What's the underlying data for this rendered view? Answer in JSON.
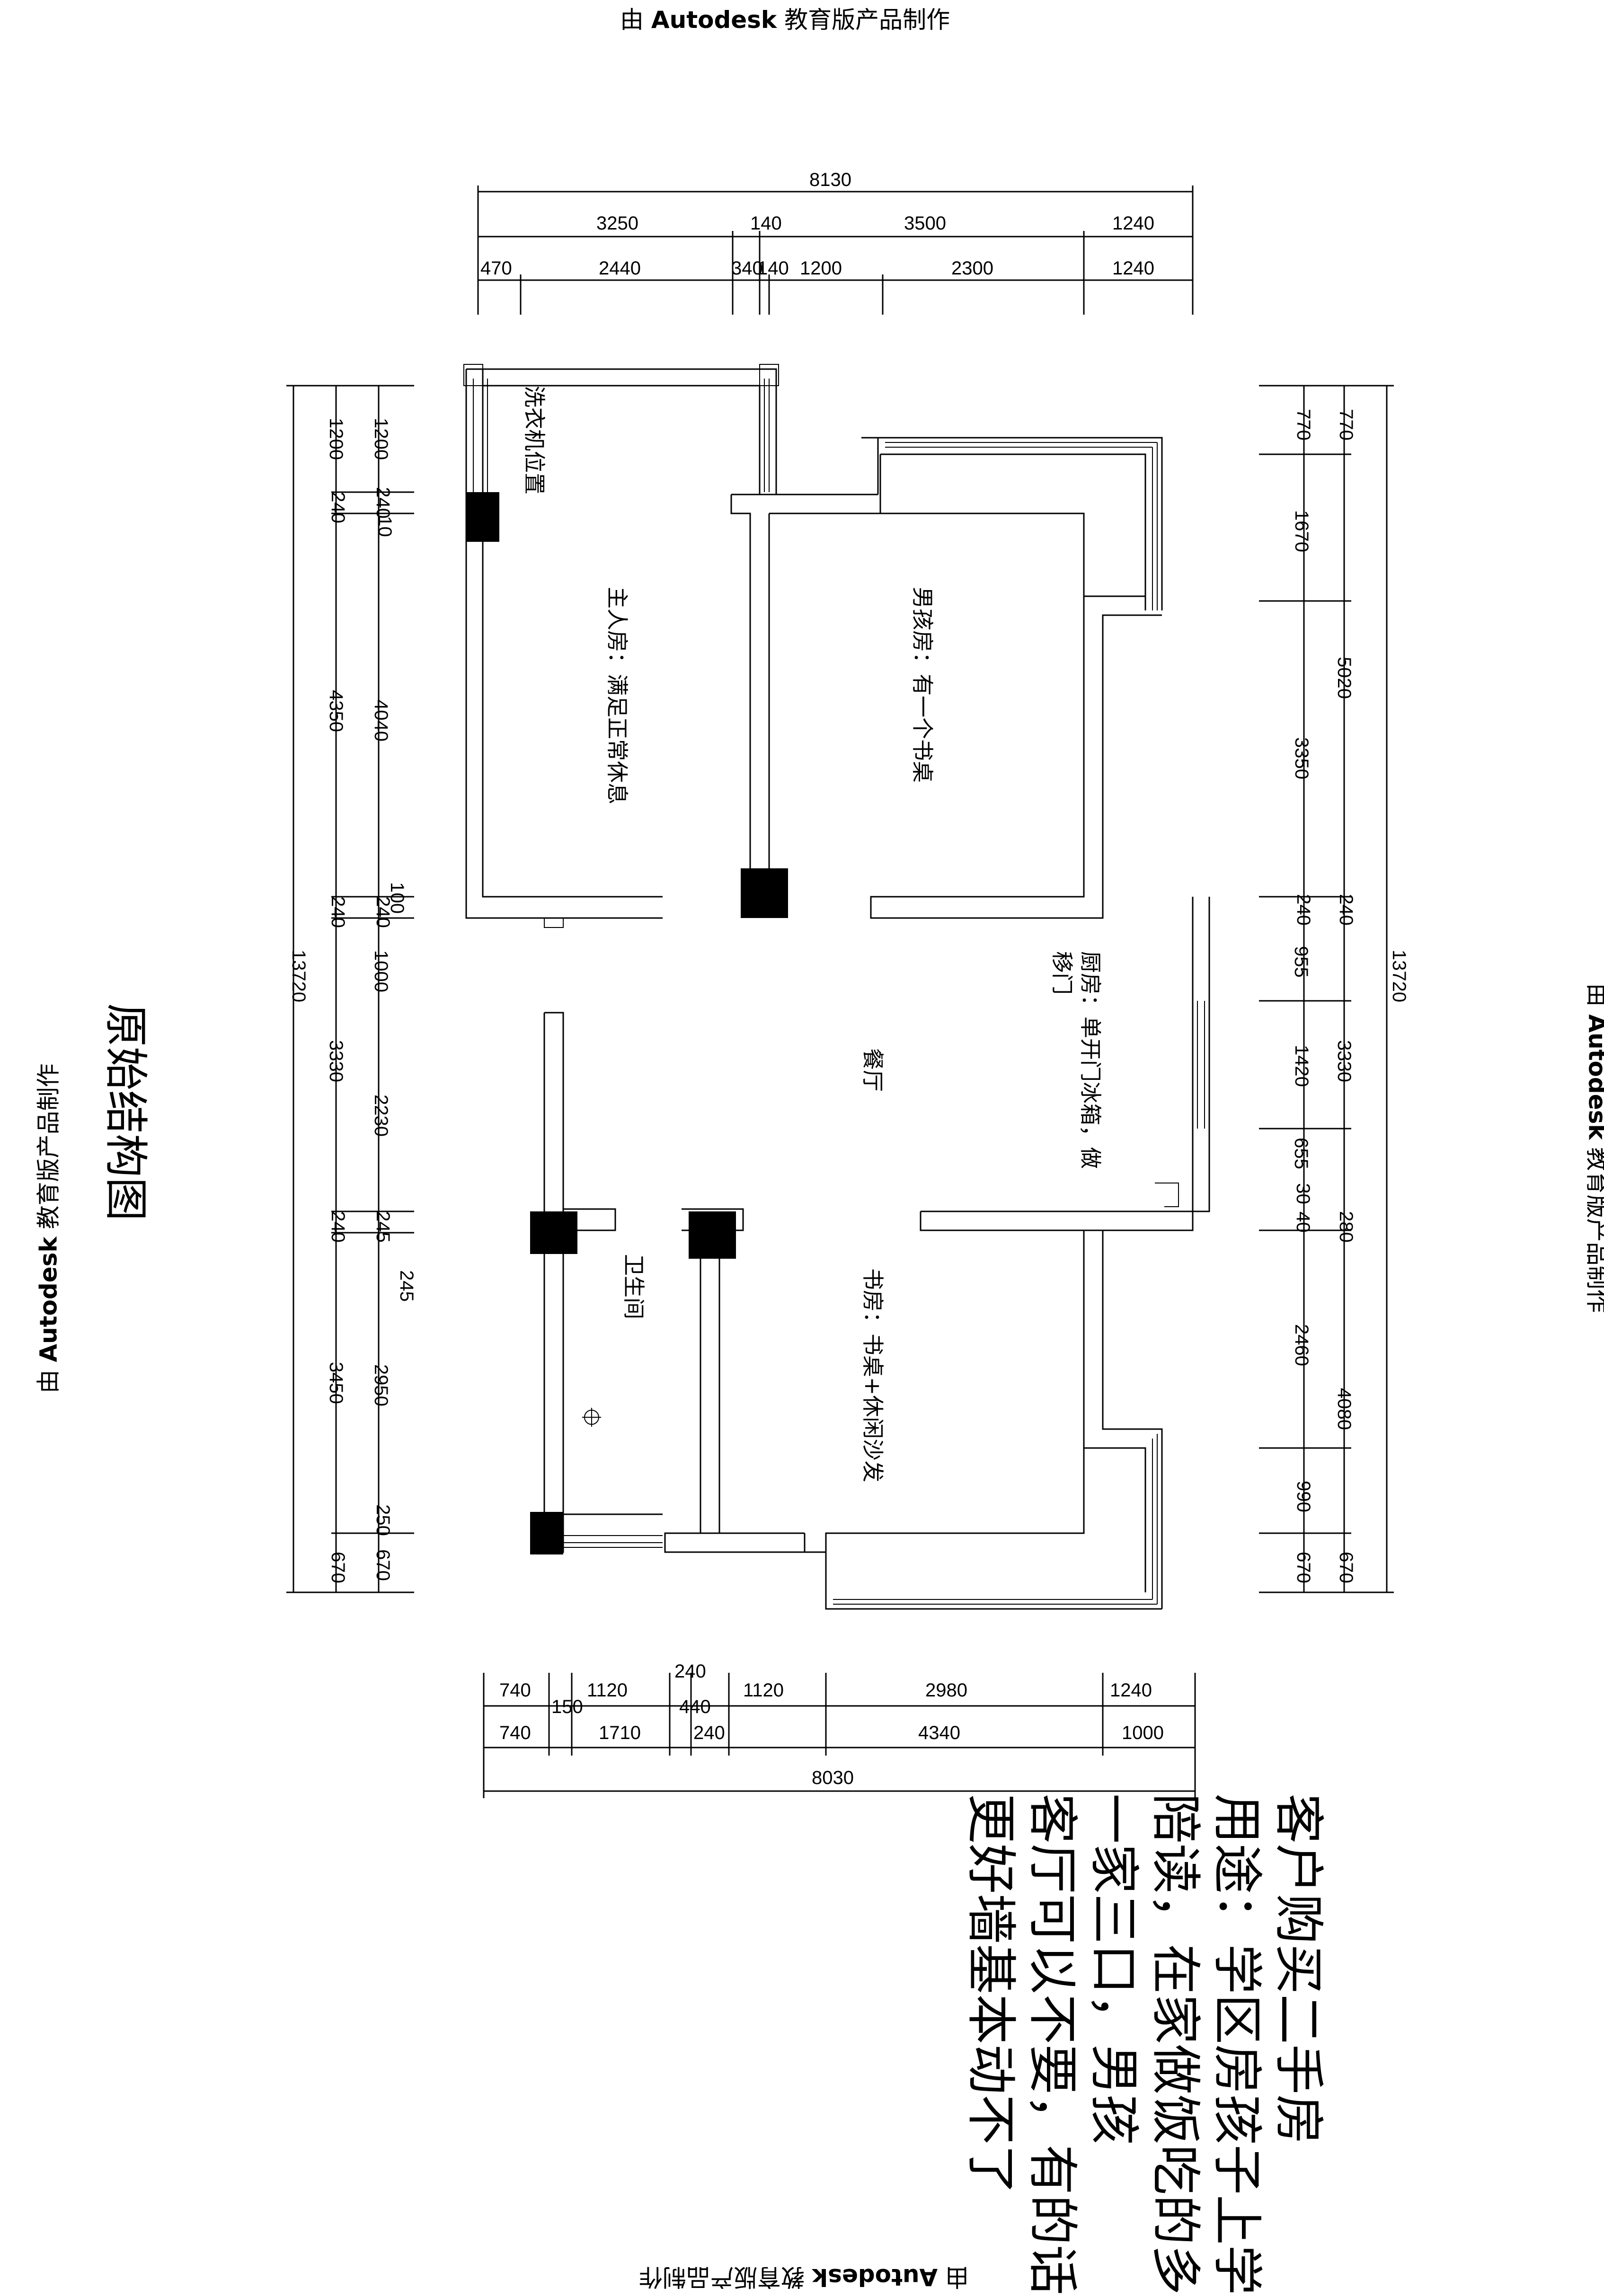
{
  "watermark": {
    "prefix": "由 ",
    "brand": "Autodesk",
    "suffix": " 教育版产品制作"
  },
  "title": "原始结构图",
  "rooms": {
    "washer": "洗衣机位置",
    "master": "主人房：满足正常休息",
    "boy": "男孩房：有一个书桌",
    "kitchen_line1": "厨房：单开门冰箱，做",
    "kitchen_line2": "移门",
    "dining": "餐厅",
    "bathroom": "卫生间",
    "study": "书房：书桌+休闲沙发"
  },
  "notes": [
    "客户购买二手房",
    "用途：学区房孩子上学",
    "陪读，在家做饭吃的多",
    "一家三口，男孩",
    "客厅可以不要，有的话",
    "更好墙基本动不了"
  ],
  "dimensions": {
    "top_total": "8130",
    "top_row2": [
      "3250",
      "140",
      "3500",
      "1240"
    ],
    "top_row1": [
      "470",
      "2440",
      "340",
      "140",
      "1200",
      "2300",
      "1240"
    ],
    "bottom_row1": [
      "740",
      "1120",
      "240",
      "150",
      "440",
      "1120",
      "2980",
      "1240"
    ],
    "bottom_row2": [
      "740",
      "1710",
      "240",
      "4340",
      "1000"
    ],
    "bottom_total": "8030",
    "left_total": "13720",
    "left_outer": [
      "1200",
      "240",
      "4350",
      "240",
      "3330",
      "240",
      "3450",
      "670"
    ],
    "left_inner": [
      "1200",
      "240",
      "10",
      "4040",
      "100",
      "240",
      "1000",
      "2230",
      "245",
      "245",
      "2950",
      "250",
      "670"
    ],
    "right_inner": [
      "770",
      "1670",
      "3350",
      "240",
      "955",
      "1420",
      "655",
      "30",
      "40",
      "2460",
      "990",
      "670"
    ],
    "right_mid": [
      "770",
      "5020",
      "240",
      "3330",
      "280",
      "4080",
      "670"
    ],
    "right_total": "13720"
  }
}
